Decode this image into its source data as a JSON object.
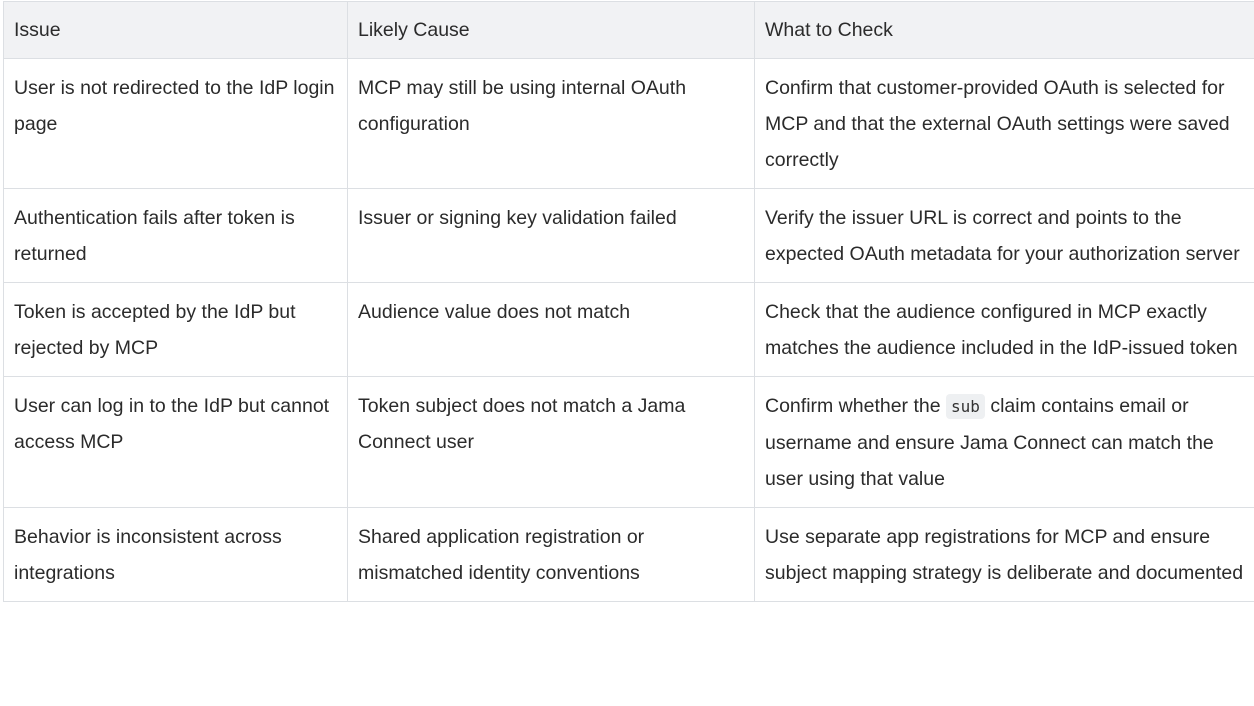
{
  "table": {
    "headers": [
      "Issue",
      "Likely Cause",
      "What to Check"
    ],
    "rows": [
      {
        "issue": "User is not redirected to the IdP login page",
        "cause": "MCP may still be using internal OAuth configuration",
        "check": "Confirm that customer-provided OAuth is selected for MCP and that the external OAuth settings were saved correctly"
      },
      {
        "issue": "Authentication fails after token is returned",
        "cause": "Issuer or signing key validation failed",
        "check": "Verify the issuer URL is correct and points to the expected OAuth metadata for your authorization server"
      },
      {
        "issue": "Token is accepted by the IdP but rejected by MCP",
        "cause": "Audience value does not match",
        "check": "Check that the audience configured in MCP exactly matches the audience included in the IdP-issued token"
      },
      {
        "issue": "User can log in to the IdP but cannot access MCP",
        "cause": "Token subject does not match a Jama Connect user",
        "check_before": "Confirm whether the ",
        "check_code": "sub",
        "check_after": " claim contains email or username and ensure Jama Connect can match the user using that value"
      },
      {
        "issue": "Behavior is inconsistent across integrations",
        "cause": "Shared application registration or mismatched identity conventions",
        "check": "Use separate app registrations for MCP and ensure subject mapping strategy is deliberate and documented"
      }
    ]
  }
}
